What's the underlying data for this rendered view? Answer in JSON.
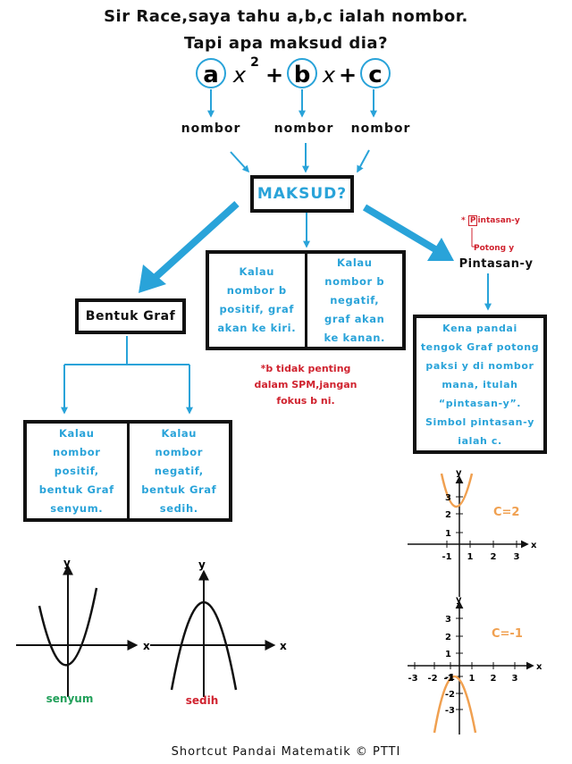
{
  "title": {
    "line1": "Sir Race,saya tahu a,b,c ialah nombor.",
    "line2": "Tapi apa maksud dia?"
  },
  "equation": {
    "a": "a",
    "x1": "x",
    "exp": "2",
    "plus1": "+",
    "b": "b",
    "x2": "x",
    "plus2": "+",
    "c": "c"
  },
  "labels": {
    "nombor1": "nombor",
    "nombor2": "nombor",
    "nombor3": "nombor"
  },
  "maksud": "MAKSUD?",
  "bentuk_graf": "Bentuk Graf",
  "b_box": {
    "left": [
      "Kalau",
      "nombor b",
      "positif, graf",
      "akan ke kiri."
    ],
    "right": [
      "Kalau",
      "nombor b",
      "negatif,",
      "graf akan",
      "ke kanan."
    ]
  },
  "b_note": [
    "*b tidak penting",
    "dalam SPM,jangan",
    "fokus b ni."
  ],
  "a_box": {
    "left": [
      "Kalau",
      "nombor",
      "positif,",
      "bentuk Graf",
      "senyum."
    ],
    "right": [
      "Kalau",
      "nombor",
      "negatif,",
      "bentuk Graf",
      "sedih."
    ]
  },
  "pintasan_note": {
    "star": "*",
    "p": "P",
    "rest": "intasan-y",
    "sub": "Potong y"
  },
  "pintasan_title": "Pintasan-y",
  "c_box": [
    "Kena pandai",
    "tengok Graf potong",
    "paksi y di nombor",
    "mana, itulah",
    "“pintasan-y”.",
    "Simbol pintasan-y",
    "ialah c."
  ],
  "graphs": {
    "x_label": "x",
    "y_label": "y",
    "senyum": "senyum",
    "sedih": "sedih",
    "c2_label": "C=2",
    "cm1_label": "C=-1",
    "c2_ticks_x": [
      "-1",
      "1",
      "2",
      "3"
    ],
    "c2_ticks_y": [
      "3",
      "2",
      "1"
    ],
    "cm1_ticks_x": [
      "-3",
      "-2",
      "-1",
      "1",
      "2",
      "3"
    ],
    "cm1_ticks_y": [
      "3",
      "2",
      "1",
      "-1",
      "-2",
      "-3"
    ]
  },
  "footer": "Shortcut Pandai Matematik © PTTI",
  "colors": {
    "blue": "#29a3d9",
    "red": "#d0232f",
    "orange": "#f0a050",
    "green": "#22a05a",
    "black": "#111111"
  }
}
